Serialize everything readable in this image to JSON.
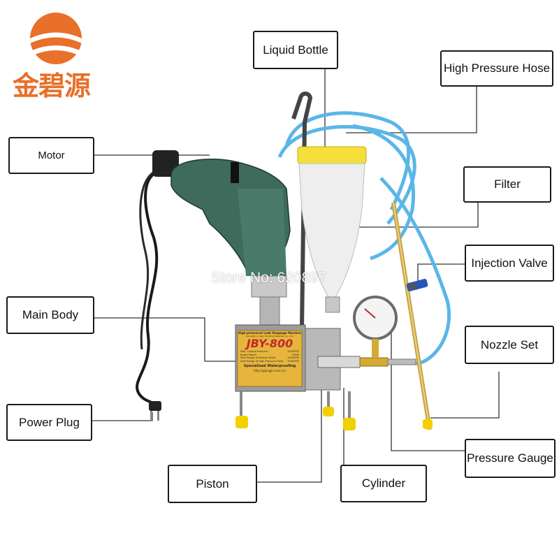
{
  "brand": {
    "name": "金碧源",
    "logo_color": "#e8702a"
  },
  "watermark": "Store No: 620897",
  "plate": {
    "header_line1": "High-pressured Leak Stoppage Machine",
    "header_line2": "Guangzhou Jingjin Building Materials Co., Ltd.",
    "model": "JBY-800",
    "spec1": "Max. Output Pressure:",
    "spec1_val": "15000PSI",
    "spec2": "Rated Power:",
    "spec2_val": "700W",
    "spec3": "Safe Range of Vehicle Valve:",
    "spec3_val": "10000PSI",
    "spec4": "Safe Range of High Pressure Hose:",
    "spec4_val": "12000PSI",
    "footer1": "Specialised Waterproofing",
    "footer2": "http://gzjingjin.com.cn/"
  },
  "labels": {
    "liquid_bottle": "Liquid Bottle",
    "high_pressure_hose": "High Pressure Hose",
    "motor": "Motor",
    "filter": "Filter",
    "injection_valve": "Injection Valve",
    "main_body": "Main Body",
    "nozzle_set": "Nozzle Set",
    "power_plug": "Power Plug",
    "pressure_gauge": "Pressure Gauge",
    "piston": "Piston",
    "cylinder": "Cylinder"
  },
  "colors": {
    "hose": "#5ab6e8",
    "drill_body": "#3e6b5c",
    "bottle_cap": "#f5df3a",
    "plate": "#e7b53c",
    "model_text": "#c0282d",
    "leader": "#333333"
  }
}
